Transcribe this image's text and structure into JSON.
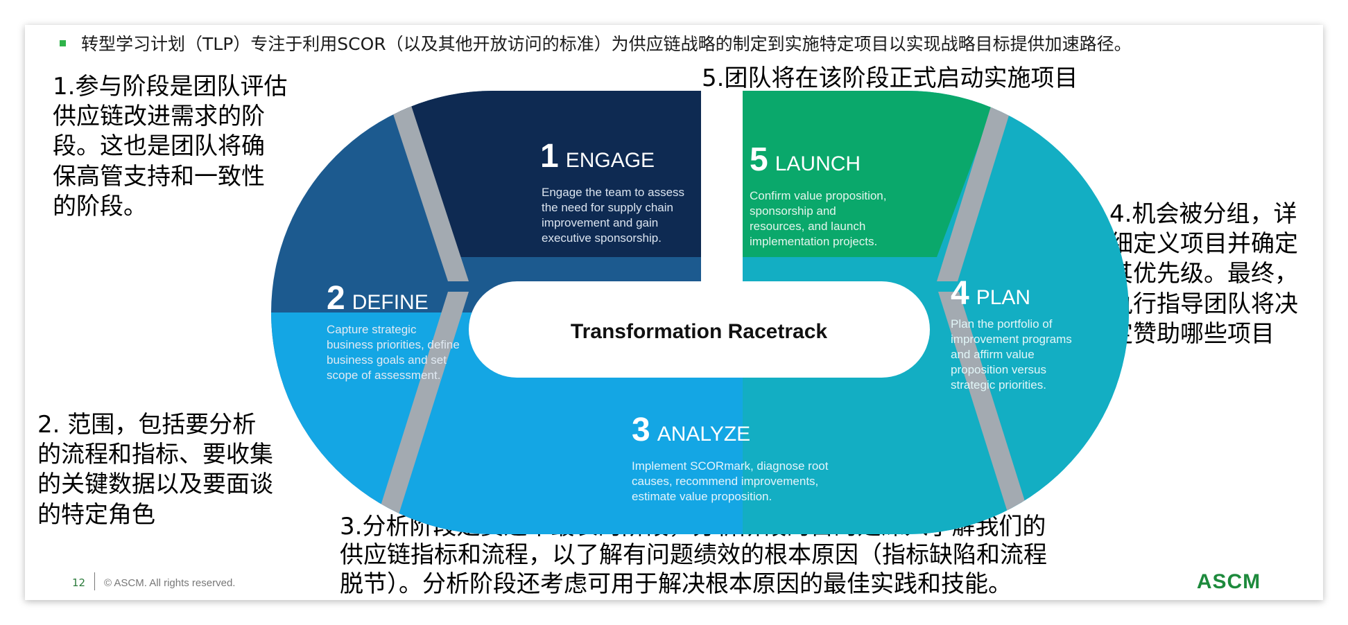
{
  "header": {
    "bullet_text": "转型学习计划（TLP）专注于利用SCOR（以及其他开放访问的标准）为供应链战略的制定到实施特定项目以实现战略目标提供加速路径。"
  },
  "notes": {
    "engage": [
      "1.参与阶段是团队评估",
      "供应链改进需求的阶",
      "段。这也是团队将确",
      "保高管支持和一致性",
      "的阶段。"
    ],
    "define": [
      "2. 范围，包括要分析",
      "的流程和指标、要收集",
      "的关键数据以及要面谈",
      "的特定角色"
    ],
    "analyze": [
      "3.分析阶段是赛道中最长的阶段，分析阶段的目的是深入了解我们的",
      "供应链指标和流程，以了解有问题绩效的根本原因（指标缺陷和流程",
      "脱节）。分析阶段还考虑可用于解决根本原因的最佳实践和技能。"
    ],
    "plan": [
      "4.机会被分组，详",
      "细定义项目并确定",
      "其优先级。最终，",
      "执行指导团队将决",
      "定赞助哪些项目"
    ],
    "launch": [
      "5.团队将在该阶段正式启动实施项目"
    ]
  },
  "racetrack": {
    "center_label": "Transformation Racetrack",
    "stages": [
      {
        "num": "1",
        "name": "ENGAGE",
        "desc": [
          "Engage the team to assess",
          "the need for supply chain",
          "improvement and gain",
          "executive sponsorship."
        ],
        "color": "#0e2a52"
      },
      {
        "num": "2",
        "name": "DEFINE",
        "desc": [
          "Capture strategic",
          "business priorities, define",
          "business goals and set",
          "scope of assessment."
        ],
        "color": "#1c5a8f"
      },
      {
        "num": "3",
        "name": "ANALYZE",
        "desc": [
          "Implement SCORmark, diagnose root",
          "causes, recommend improvements,",
          "estimate value proposition."
        ],
        "color": "#14a6e4"
      },
      {
        "num": "4",
        "name": "PLAN",
        "desc": [
          "Plan the portfolio of",
          "improvement programs",
          "and affirm value",
          "proposition versus",
          "strategic priorities."
        ],
        "color": "#13aec3"
      },
      {
        "num": "5",
        "name": "LAUNCH",
        "desc": [
          "Confirm value proposition,",
          "sponsorship and",
          "resources, and launch",
          "implementation projects."
        ],
        "color": "#0aa86b"
      }
    ],
    "divider_color": "#a3aab1"
  },
  "footer": {
    "page_number": "12",
    "copyright": "© ASCM. All rights reserved.",
    "logo_text": "ASCM",
    "logo_color": "#1d8a3c"
  }
}
